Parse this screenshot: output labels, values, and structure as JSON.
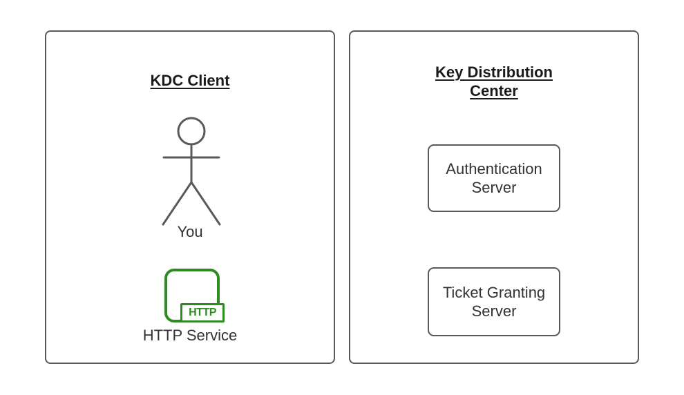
{
  "colors": {
    "stroke_gray": "#595959",
    "text_dark": "#333333",
    "title_text": "#1a1a1a",
    "accent_green": "#2E8B22",
    "background": "#ffffff"
  },
  "panels": {
    "client": {
      "title": "KDC Client",
      "actor_label": "You",
      "service": {
        "badge": "HTTP",
        "label": "HTTP Service"
      }
    },
    "kdc": {
      "title": "Key Distribution Center",
      "nodes": [
        {
          "label": "Authentication Server"
        },
        {
          "label": "Ticket Granting Server"
        }
      ]
    }
  }
}
